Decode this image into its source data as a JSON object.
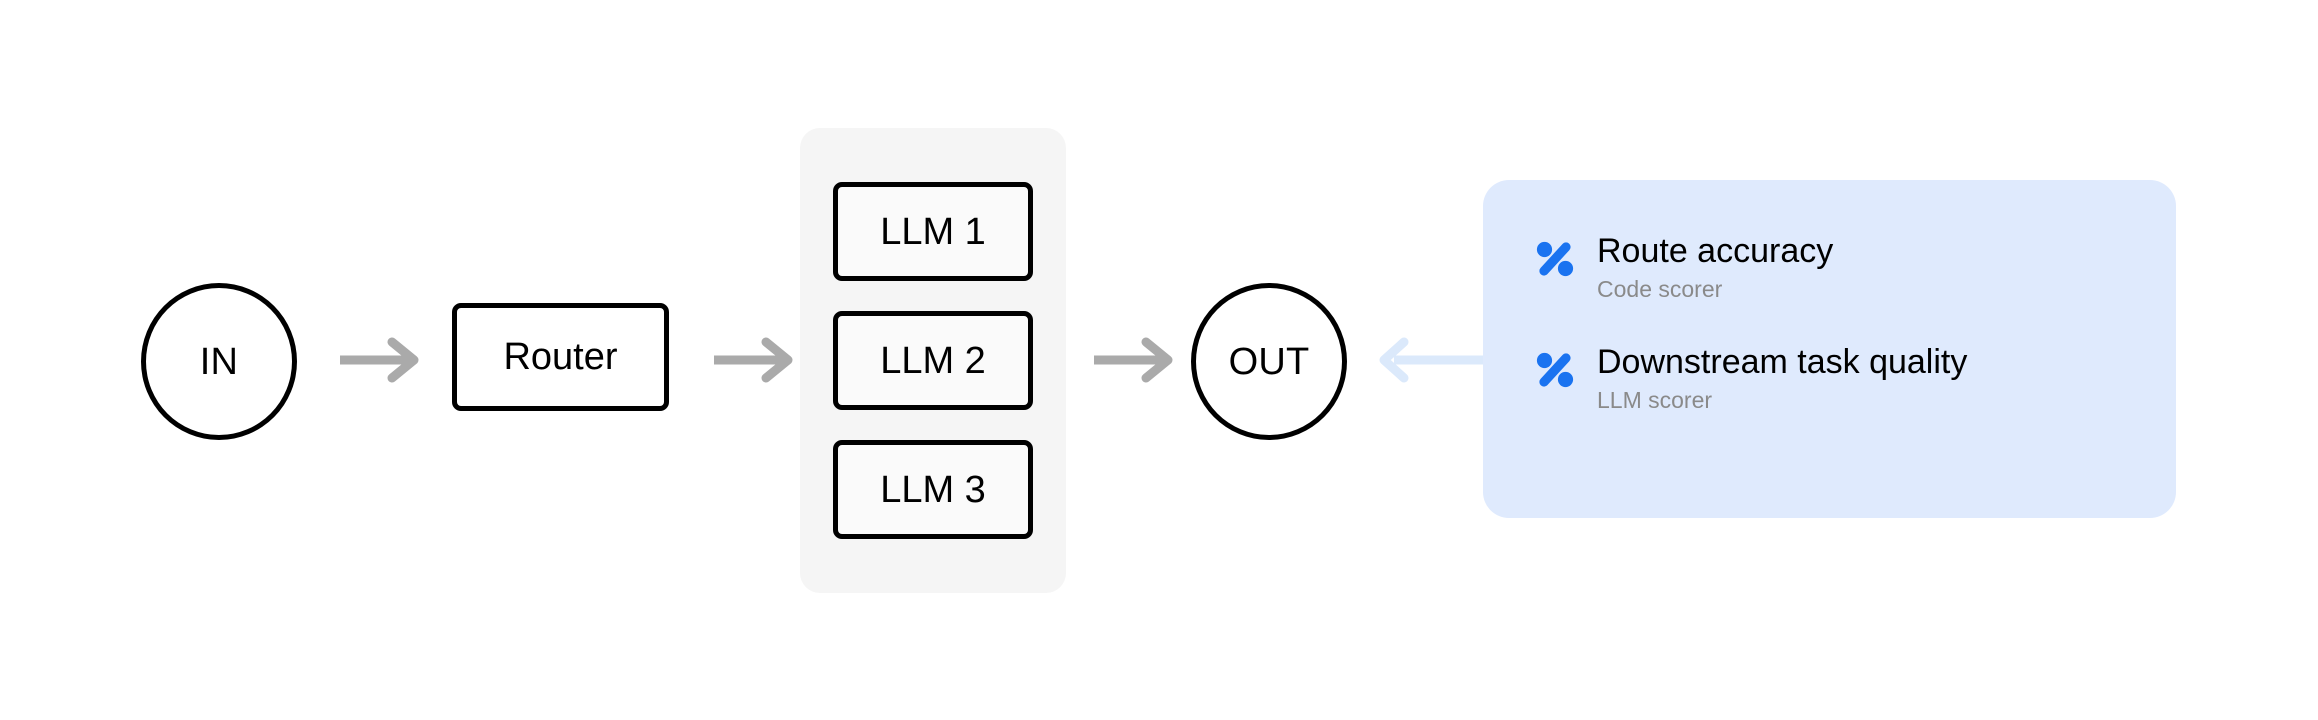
{
  "diagram": {
    "nodes": {
      "input": {
        "label": "IN",
        "icon": "circle-node-icon"
      },
      "router": {
        "label": "Router"
      },
      "output": {
        "label": "OUT",
        "icon": "circle-node-icon"
      }
    },
    "llm_group": {
      "boxes": [
        {
          "label": "LLM 1"
        },
        {
          "label": "LLM 2"
        },
        {
          "label": "LLM 3"
        }
      ]
    },
    "arrows": [
      {
        "name": "in-to-router",
        "direction": "right",
        "color": "#aaaaaa"
      },
      {
        "name": "router-to-llm",
        "direction": "right",
        "color": "#aaaaaa"
      },
      {
        "name": "llm-to-out",
        "direction": "right",
        "color": "#aaaaaa"
      },
      {
        "name": "scorers-to-out",
        "direction": "left",
        "color": "#dbe9fb"
      }
    ]
  },
  "scorer_panel": {
    "background": "#dfeafd",
    "accent": "#1a73f0",
    "items": [
      {
        "title": "Route accuracy",
        "subtitle": "Code scorer",
        "icon": "percent-scorer-icon"
      },
      {
        "title": "Downstream task quality",
        "subtitle": "LLM scorer",
        "icon": "percent-scorer-icon"
      }
    ]
  }
}
